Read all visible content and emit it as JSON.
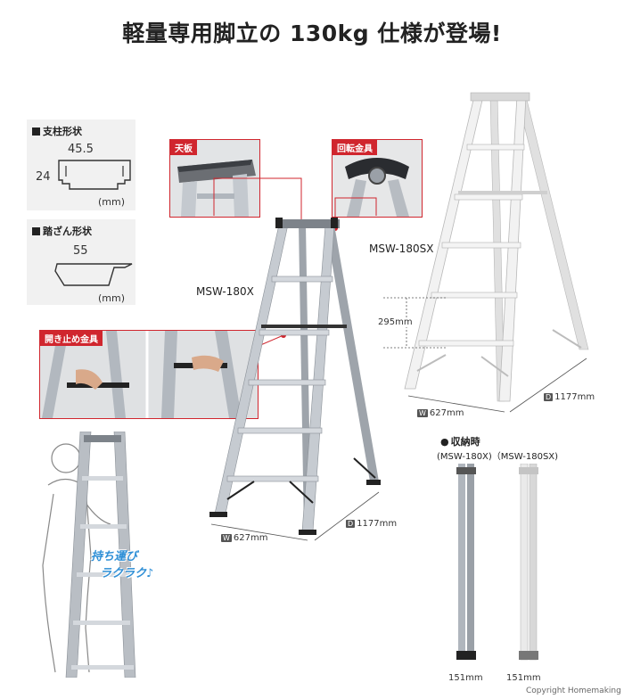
{
  "headline": "軽量専用脚立の 130kg 仕様が登場!",
  "post_shape": {
    "label": "支柱形状",
    "width": "45.5",
    "height": "24",
    "unit": "(mm)"
  },
  "step_shape": {
    "label": "踏ざん形状",
    "width": "55",
    "unit": "(mm)"
  },
  "callouts": {
    "top_plate": "天板",
    "swivel_fitting": "回転金具",
    "spread_stopper": "開き止め金具"
  },
  "ladder_x": {
    "model": "MSW-180X",
    "width": "627mm",
    "depth": "1177mm",
    "width_badge": "W",
    "depth_badge": "D"
  },
  "ladder_sx": {
    "model": "MSW-180SX",
    "step_pitch": "295mm",
    "width": "627mm",
    "depth": "1177mm",
    "width_badge": "W",
    "depth_badge": "D"
  },
  "carry_text": {
    "line1": "持ち運び",
    "line2": "ラクラク♪"
  },
  "storage": {
    "label": "収納時",
    "models": "(MSW-180X)（MSW-180SX)",
    "width_x": "151mm",
    "width_sx": "151mm"
  },
  "copyright": "Copyright Homemaking",
  "colors": {
    "accent_red": "#d0262e",
    "aluminium": "#b8bec6",
    "white_ladder": "#ececec",
    "carry_blue": "#2f8fd6"
  }
}
